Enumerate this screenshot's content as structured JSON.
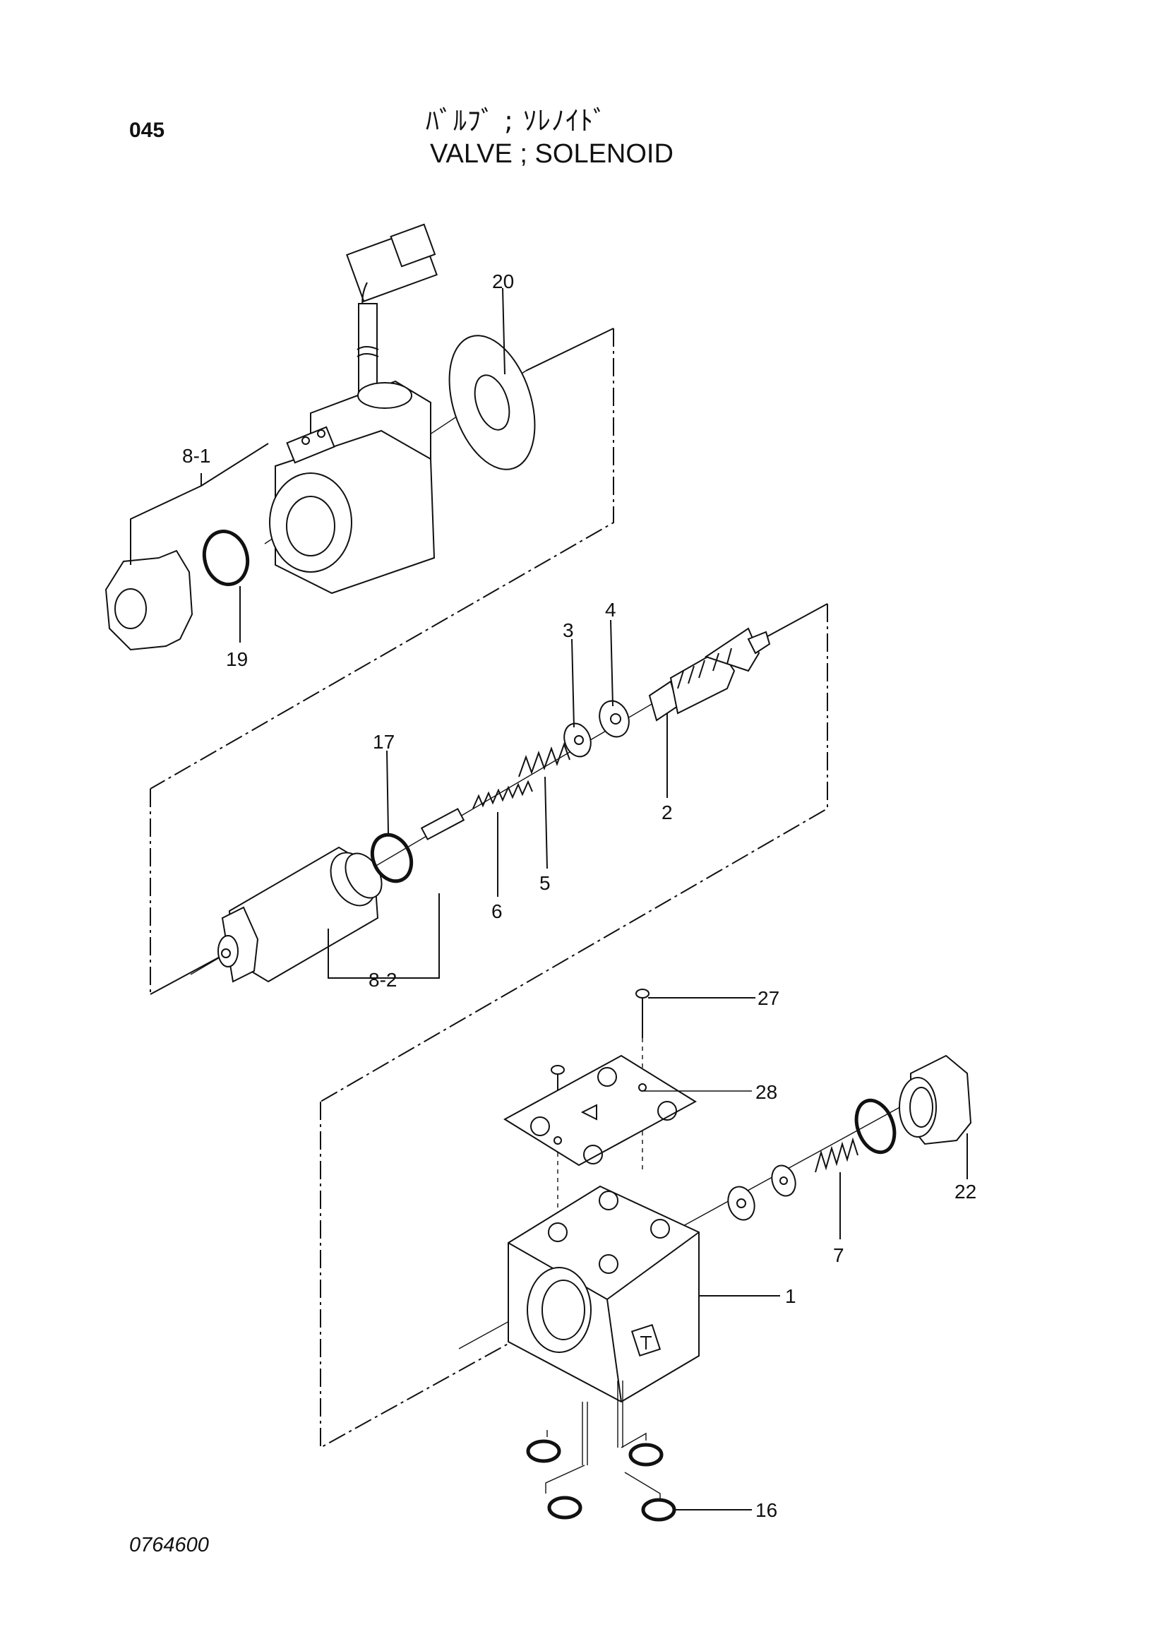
{
  "header": {
    "page_number": "045",
    "title_jp": "ﾊﾞﾙﾌﾞ ; ｿﾚﾉｲﾄﾞ",
    "title_en": "VALVE ; SOLENOID"
  },
  "footer": {
    "drawing_number": "0764600"
  },
  "callouts": {
    "c20": "20",
    "c8_1": "8-1",
    "c19": "19",
    "c3": "3",
    "c4": "4",
    "c2": "2",
    "c17": "17",
    "c6": "6",
    "c5": "5",
    "c8_2": "8-2",
    "c27": "27",
    "c28": "28",
    "c22": "22",
    "c7": "7",
    "c1": "1",
    "c16": "16"
  }
}
